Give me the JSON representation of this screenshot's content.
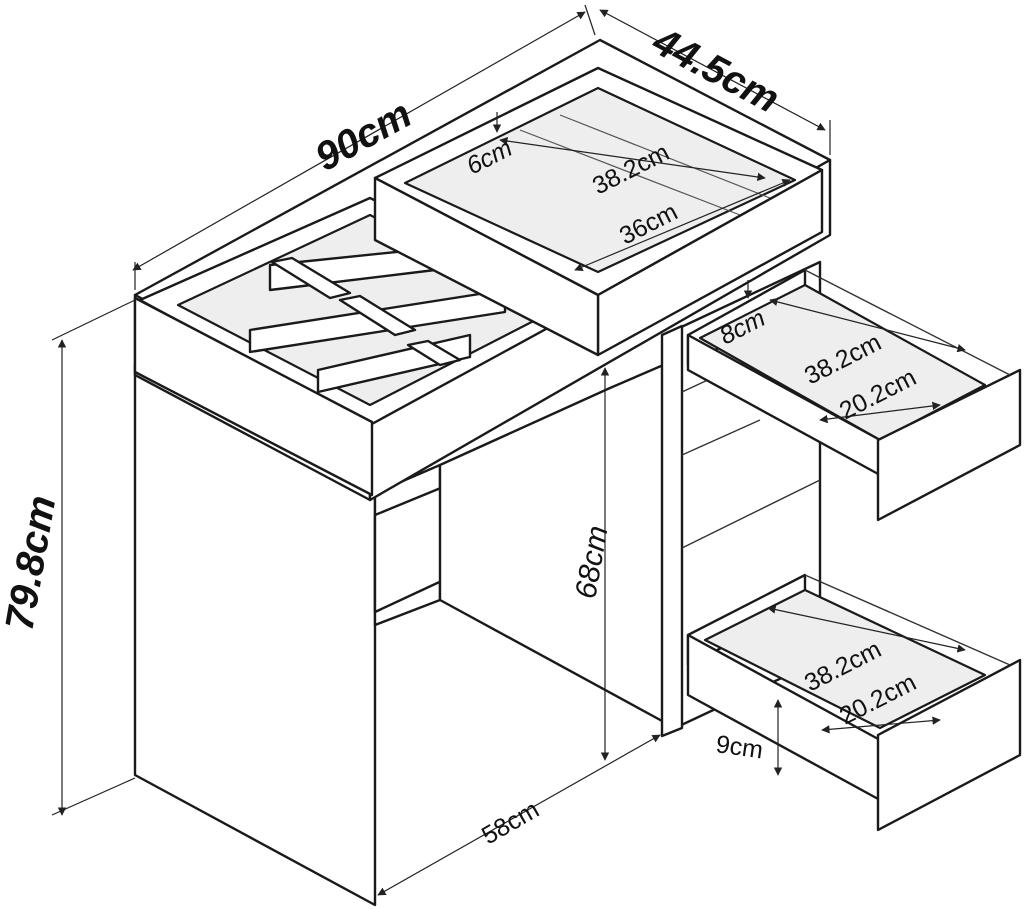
{
  "dimensions": {
    "total_width": "90cm",
    "total_depth": "44.5cm",
    "total_height": "79.8cm",
    "desk_height": "68cm",
    "legroom_width": "58cm",
    "top_tray_depth": "6cm",
    "top_tray_length": "38.2cm",
    "top_tray_width": "36cm",
    "drawer1_depth": "8cm",
    "drawer1_length": "38.2cm",
    "drawer1_width": "20.2cm",
    "drawer2_depth": "9cm",
    "drawer2_length": "38.2cm",
    "drawer2_width": "20.2cm"
  },
  "colors": {
    "line": "#1a1a1a",
    "fill": "#ffffff"
  }
}
